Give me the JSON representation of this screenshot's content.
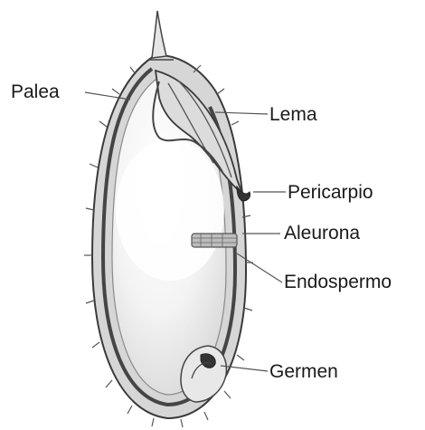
{
  "diagram": {
    "labels": {
      "palea": "Palea",
      "lema": "Lema",
      "pericarpio": "Pericarpio",
      "aleurona": "Aleurona",
      "endospermo": "Endospermo",
      "germen": "Germen"
    },
    "colors": {
      "outline": "#3a3a3a",
      "husk_fill": "#d4d4d4",
      "pericarp_band": "#4a4a4a",
      "endosperm_fill": "#ececec",
      "endosperm_highlight": "#ffffff",
      "leader_line": "#555555"
    }
  }
}
